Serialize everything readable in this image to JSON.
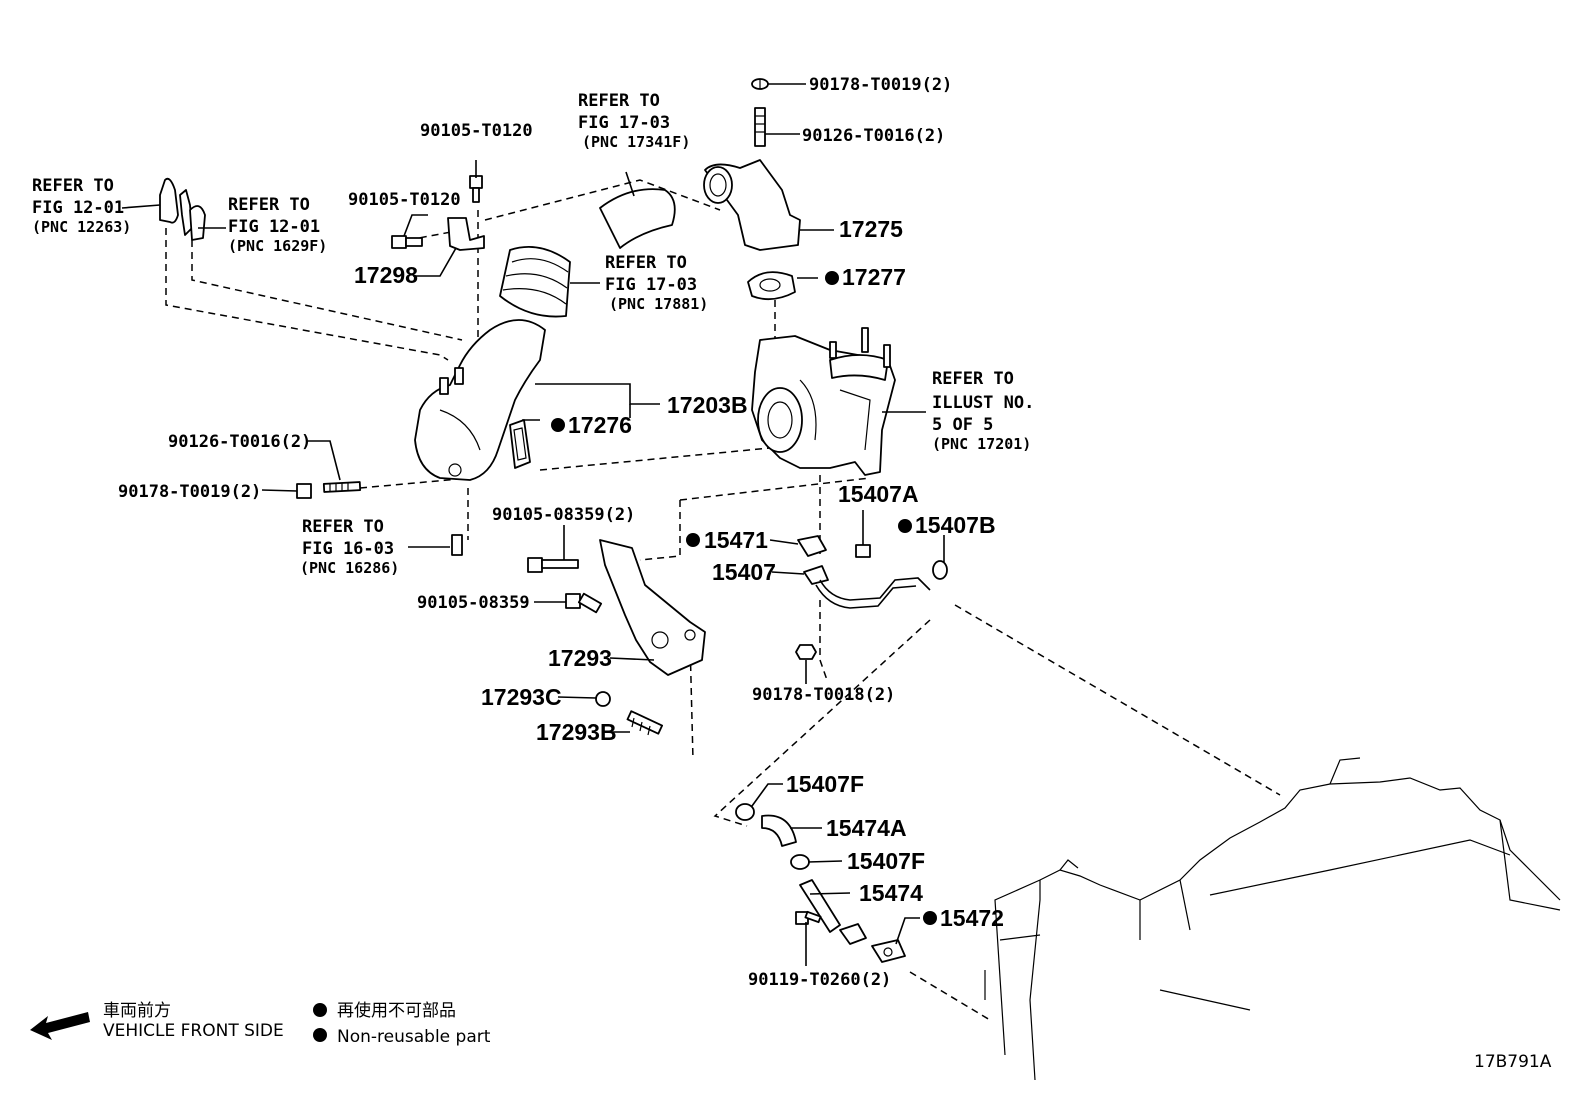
{
  "refs": {
    "r1": [
      "REFER TO",
      "FIG 12-01",
      "(PNC 12263)"
    ],
    "r2": [
      "REFER TO",
      "FIG 12-01",
      "(PNC 1629F)"
    ],
    "r3": [
      "REFER TO",
      "FIG 17-03",
      "(PNC 17341F)"
    ],
    "r4": [
      "REFER TO",
      "FIG 17-03",
      "(PNC 17881)"
    ],
    "r5": [
      "REFER TO",
      "ILLUST NO.",
      "5 OF 5",
      "(PNC 17201)"
    ],
    "r6": [
      "REFER TO",
      "FIG 16-03",
      "(PNC 16286)"
    ]
  },
  "parts": {
    "p_90178_T0019_top": "90178-T0019(2)",
    "p_90126_T0016_top": "90126-T0016(2)",
    "p_17275": "17275",
    "p_17277": "17277",
    "p_90105_T0120_a": "90105-T0120",
    "p_90105_T0120_b": "90105-T0120",
    "p_17298": "17298",
    "p_17203B": "17203B",
    "p_17276": "17276",
    "p_90126_T0016_left": "90126-T0016(2)",
    "p_90178_T0019_left": "90178-T0019(2)",
    "p_15407A": "15407A",
    "p_15407B": "15407B",
    "p_90105_08359_2": "90105-08359(2)",
    "p_15471": "15471",
    "p_15407": "15407",
    "p_90105_08359": "90105-08359",
    "p_17293": "17293",
    "p_17293C": "17293C",
    "p_17293B": "17293B",
    "p_90178_T0018": "90178-T0018(2)",
    "p_15407F_a": "15407F",
    "p_15474A": "15474A",
    "p_15407F_b": "15407F",
    "p_15474": "15474",
    "p_15472": "15472",
    "p_90119_T0260": "90119-T0260(2)"
  },
  "legend": {
    "front_jp": "車両前方",
    "front_en": "VEHICLE FRONT SIDE",
    "nonreuse_jp": "再使用不可部品",
    "nonreuse_en": "Non-reusable part"
  },
  "illustration_code": "17B791A"
}
